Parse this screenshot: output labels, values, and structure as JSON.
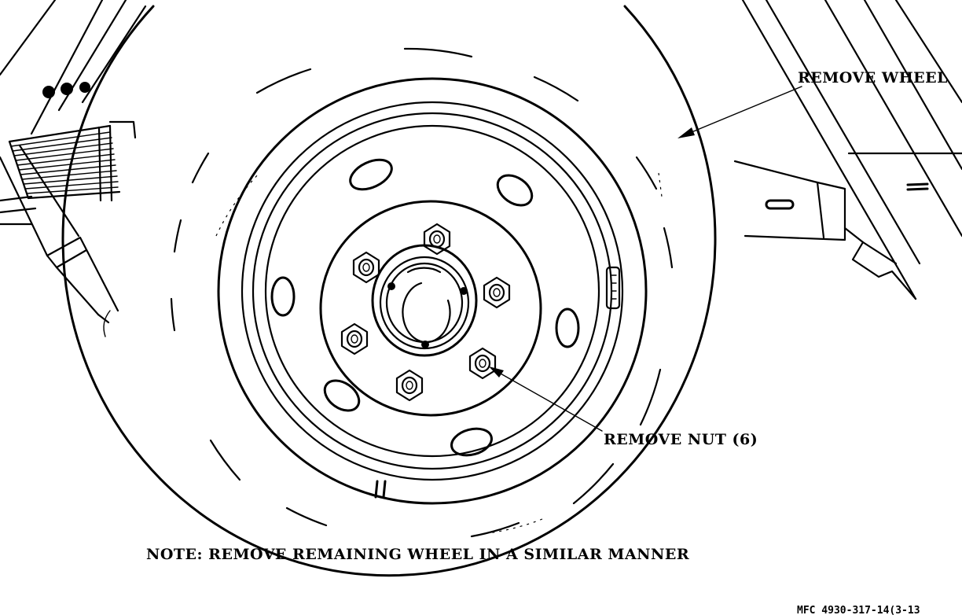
{
  "labels": {
    "remove_wheel": "REMOVE WHEEL",
    "remove_nut": "REMOVE NUT (6)",
    "note": "NOTE:  REMOVE REMAINING WHEEL IN A SIMILAR MANNER",
    "figure_id": "MFC 4930-317-14(3-13"
  }
}
